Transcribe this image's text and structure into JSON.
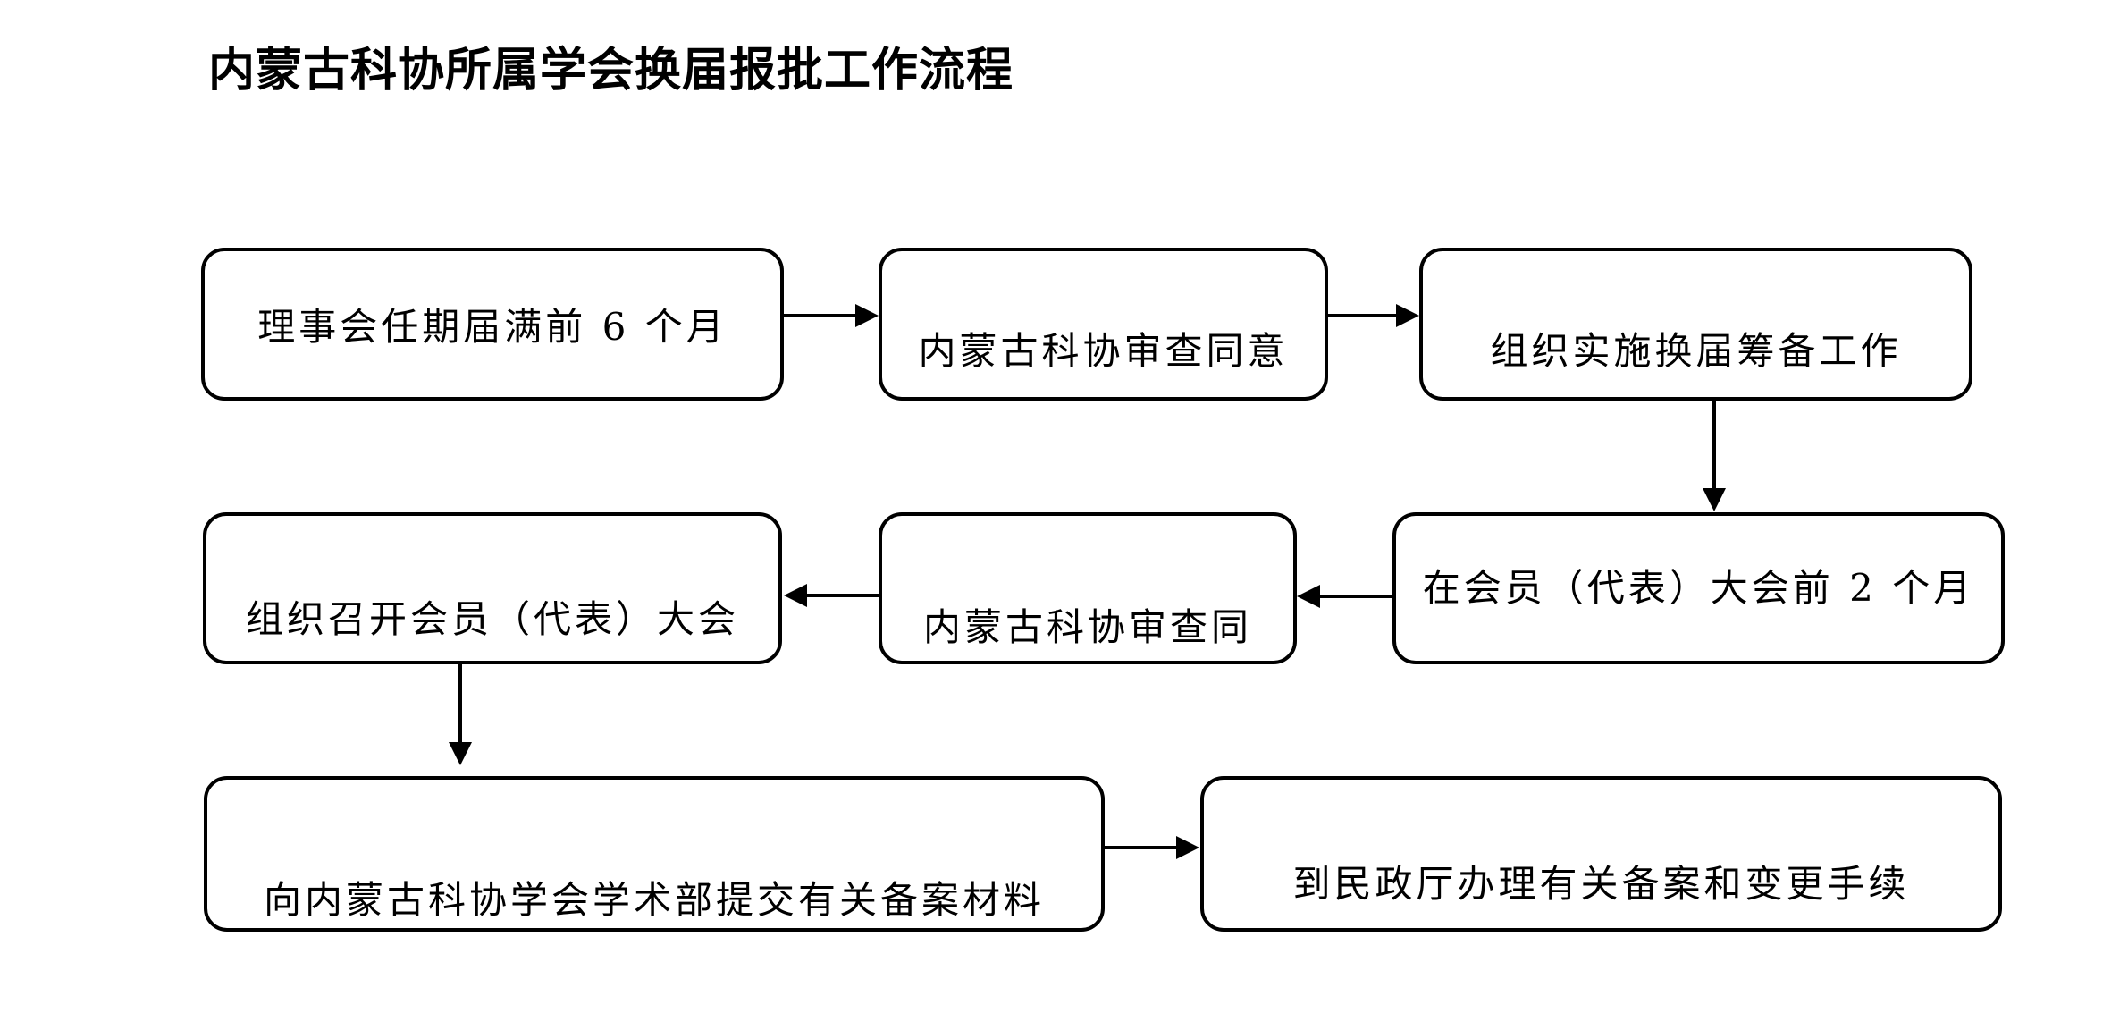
{
  "title": "内蒙古科协所属学会换届报批工作流程",
  "colors": {
    "background": "#ffffff",
    "line": "#000000",
    "text": "#000000",
    "node_fill": "#ffffff"
  },
  "flowchart": {
    "type": "flowchart",
    "nodes": [
      {
        "id": "step-1",
        "label": "理事会任期届满前 6 个月"
      },
      {
        "id": "step-2",
        "label": "内蒙古科协审查同意"
      },
      {
        "id": "step-3",
        "label": "组织实施换届筹备工作"
      },
      {
        "id": "step-4",
        "label": "在会员（代表）大会前 2 个月"
      },
      {
        "id": "step-5",
        "label": "内蒙古科协审查同"
      },
      {
        "id": "step-6",
        "label": "组织召开会员（代表）大会"
      },
      {
        "id": "step-7",
        "label": "向内蒙古科协学会学术部提交有关备案材料"
      },
      {
        "id": "step-8",
        "label": "到民政厅办理有关备案和变更手续"
      }
    ],
    "connections": [
      {
        "from": "step-1",
        "to": "step-2",
        "direction": "right"
      },
      {
        "from": "step-2",
        "to": "step-3",
        "direction": "right"
      },
      {
        "from": "step-3",
        "to": "step-4",
        "direction": "down"
      },
      {
        "from": "step-4",
        "to": "step-5",
        "direction": "left"
      },
      {
        "from": "step-5",
        "to": "step-6",
        "direction": "left"
      },
      {
        "from": "step-6",
        "to": "step-7",
        "direction": "down"
      },
      {
        "from": "step-7",
        "to": "step-8",
        "direction": "right"
      }
    ]
  }
}
